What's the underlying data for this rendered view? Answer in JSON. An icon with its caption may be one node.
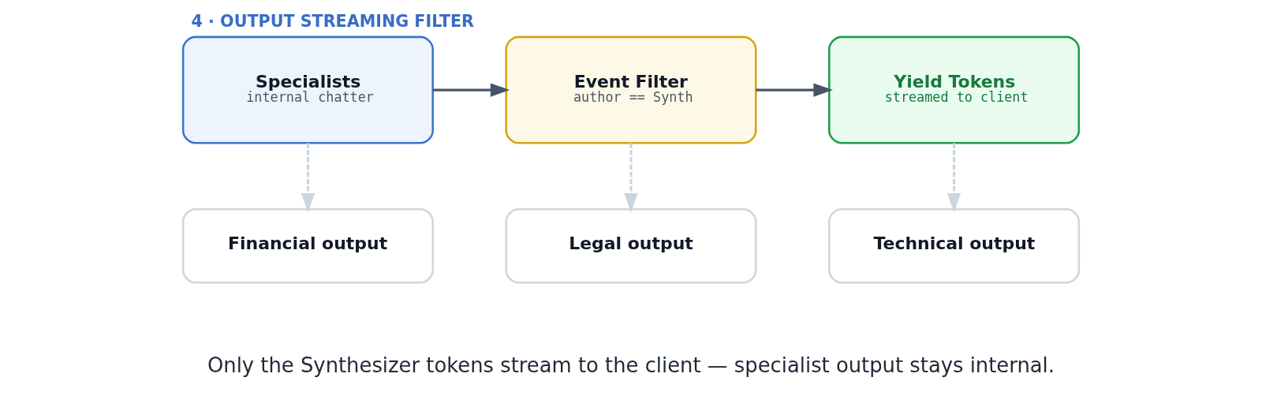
{
  "diagram": {
    "title": "4 · OUTPUT STREAMING FILTER",
    "caption": "Only the Synthesizer tokens stream to the client — specialist output stays internal.",
    "nodes": [
      {
        "text": [
          "Specialists",
          "internal chatter"
        ]
      },
      {
        "text": [
          "Event Filter",
          "author == Synth"
        ]
      },
      {
        "text": [
          "Yield Tokens",
          "streamed to client"
        ]
      },
      {
        "text": [
          "Financial output"
        ]
      },
      {
        "text": [
          "Legal output"
        ]
      },
      {
        "text": [
          "Technical output"
        ]
      }
    ],
    "edges": [
      {
        "from": 0,
        "to": 1,
        "arrow": "to",
        "color": "#475569"
      },
      {
        "from": 1,
        "to": 2,
        "arrow": "to",
        "color": "#475569"
      },
      {
        "from": 0,
        "to": 3,
        "arrow": "to",
        "style": "dashed"
      },
      {
        "from": 1,
        "to": 4,
        "arrow": "to",
        "style": "dashed"
      },
      {
        "from": 2,
        "to": 5,
        "arrow": "to",
        "style": "dashed"
      }
    ]
  }
}
